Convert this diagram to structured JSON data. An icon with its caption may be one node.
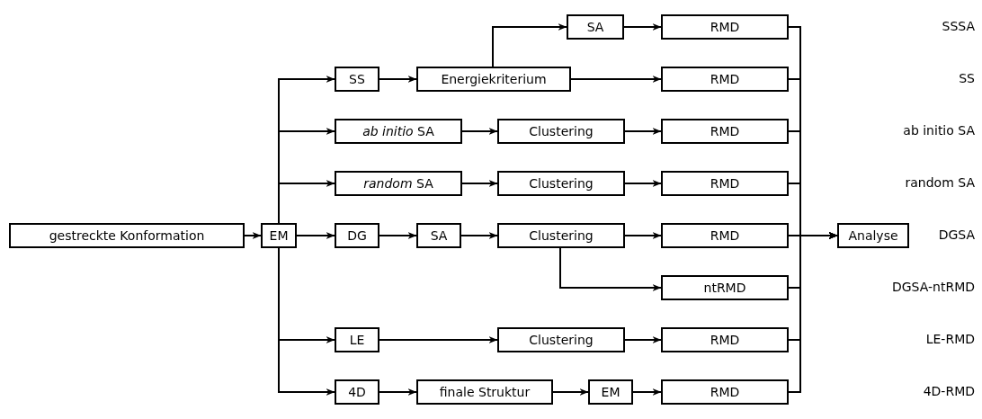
{
  "diagram": {
    "nodes": [
      {
        "text": [
          "gestreckte Konformation"
        ]
      },
      {
        "text": [
          "EM"
        ]
      },
      {
        "text": [
          "SA"
        ]
      },
      {
        "text": [
          "RMD"
        ]
      },
      {
        "text": [
          "SS"
        ]
      },
      {
        "text": [
          "Energiekriterium"
        ]
      },
      {
        "text": [
          "RMD"
        ]
      },
      {
        "text": [
          "*ab initio* SA"
        ]
      },
      {
        "text": [
          "Clustering"
        ]
      },
      {
        "text": [
          "RMD"
        ]
      },
      {
        "text": [
          "*random* SA"
        ]
      },
      {
        "text": [
          "Clustering"
        ]
      },
      {
        "text": [
          "RMD"
        ]
      },
      {
        "text": [
          "DG"
        ]
      },
      {
        "text": [
          "SA"
        ]
      },
      {
        "text": [
          "Clustering"
        ]
      },
      {
        "text": [
          "RMD"
        ]
      },
      {
        "text": [
          "ntRMD"
        ]
      },
      {
        "text": [
          "LE"
        ]
      },
      {
        "text": [
          "Clustering"
        ]
      },
      {
        "text": [
          "RMD"
        ]
      },
      {
        "text": [
          "4D"
        ]
      },
      {
        "text": [
          "finale Struktur"
        ]
      },
      {
        "text": [
          "EM"
        ]
      },
      {
        "text": [
          "RMD"
        ]
      },
      {
        "text": [
          "Analyse"
        ]
      }
    ],
    "edges": [
      {
        "from": 0,
        "to": 1,
        "arrow": "to"
      },
      {
        "from": 1,
        "to": 4,
        "arrow": "to"
      },
      {
        "from": 1,
        "to": 7,
        "arrow": "to"
      },
      {
        "from": 1,
        "to": 10,
        "arrow": "to"
      },
      {
        "from": 1,
        "to": 13,
        "arrow": "to"
      },
      {
        "from": 1,
        "to": 18,
        "arrow": "to"
      },
      {
        "from": 1,
        "to": 21,
        "arrow": "to"
      },
      {
        "from": 4,
        "to": 5,
        "arrow": "to"
      },
      {
        "from": 5,
        "to": 2,
        "arrow": "to"
      },
      {
        "from": 5,
        "to": 6,
        "arrow": "to"
      },
      {
        "from": 2,
        "to": 3,
        "arrow": "to"
      },
      {
        "from": 7,
        "to": 8,
        "arrow": "to"
      },
      {
        "from": 8,
        "to": 9,
        "arrow": "to"
      },
      {
        "from": 10,
        "to": 11,
        "arrow": "to"
      },
      {
        "from": 11,
        "to": 12,
        "arrow": "to"
      },
      {
        "from": 13,
        "to": 14,
        "arrow": "to"
      },
      {
        "from": 14,
        "to": 15,
        "arrow": "to"
      },
      {
        "from": 15,
        "to": 16,
        "arrow": "to"
      },
      {
        "from": 15,
        "to": 17,
        "arrow": "to"
      },
      {
        "from": 18,
        "to": 19,
        "arrow": "to"
      },
      {
        "from": 19,
        "to": 20,
        "arrow": "to"
      },
      {
        "from": 21,
        "to": 22,
        "arrow": "to"
      },
      {
        "from": 22,
        "to": 23,
        "arrow": "to"
      },
      {
        "from": 23,
        "to": 24,
        "arrow": "to"
      },
      {
        "from": 3,
        "to": 25,
        "arrow": "to"
      },
      {
        "from": 6,
        "to": 25,
        "arrow": "to"
      },
      {
        "from": 9,
        "to": 25,
        "arrow": "to"
      },
      {
        "from": 12,
        "to": 25,
        "arrow": "to"
      },
      {
        "from": 16,
        "to": 25,
        "arrow": "to"
      },
      {
        "from": 17,
        "to": 25,
        "arrow": "to"
      },
      {
        "from": 20,
        "to": 25,
        "arrow": "to"
      },
      {
        "from": 24,
        "to": 25,
        "arrow": "to"
      }
    ],
    "labels": [
      "SSSA",
      "SS",
      "ab initio SA",
      "random SA",
      "DGSA",
      "DGSA-ntRMD",
      "LE-RMD",
      "4D-RMD"
    ]
  }
}
